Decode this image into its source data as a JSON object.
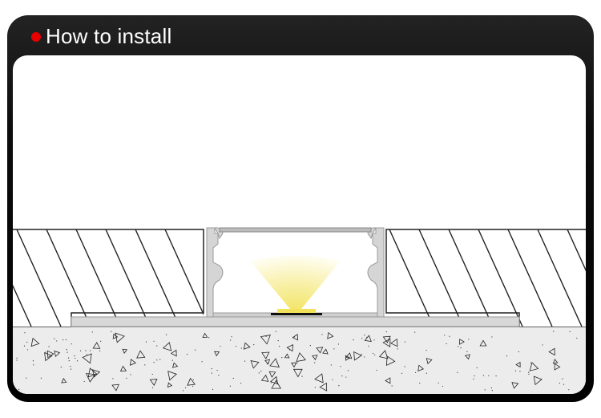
{
  "header": {
    "title": "How to install",
    "accent_color": "#e60000",
    "background_color": "#000000"
  },
  "diagram": {
    "description_icons": [
      "hatched-wall-left",
      "aluminium-profile",
      "led-strip",
      "light-beam",
      "hatched-wall-right",
      "concrete-base"
    ],
    "beam_color": "#f7ec7a",
    "profile_color": "#d5d5d5"
  }
}
